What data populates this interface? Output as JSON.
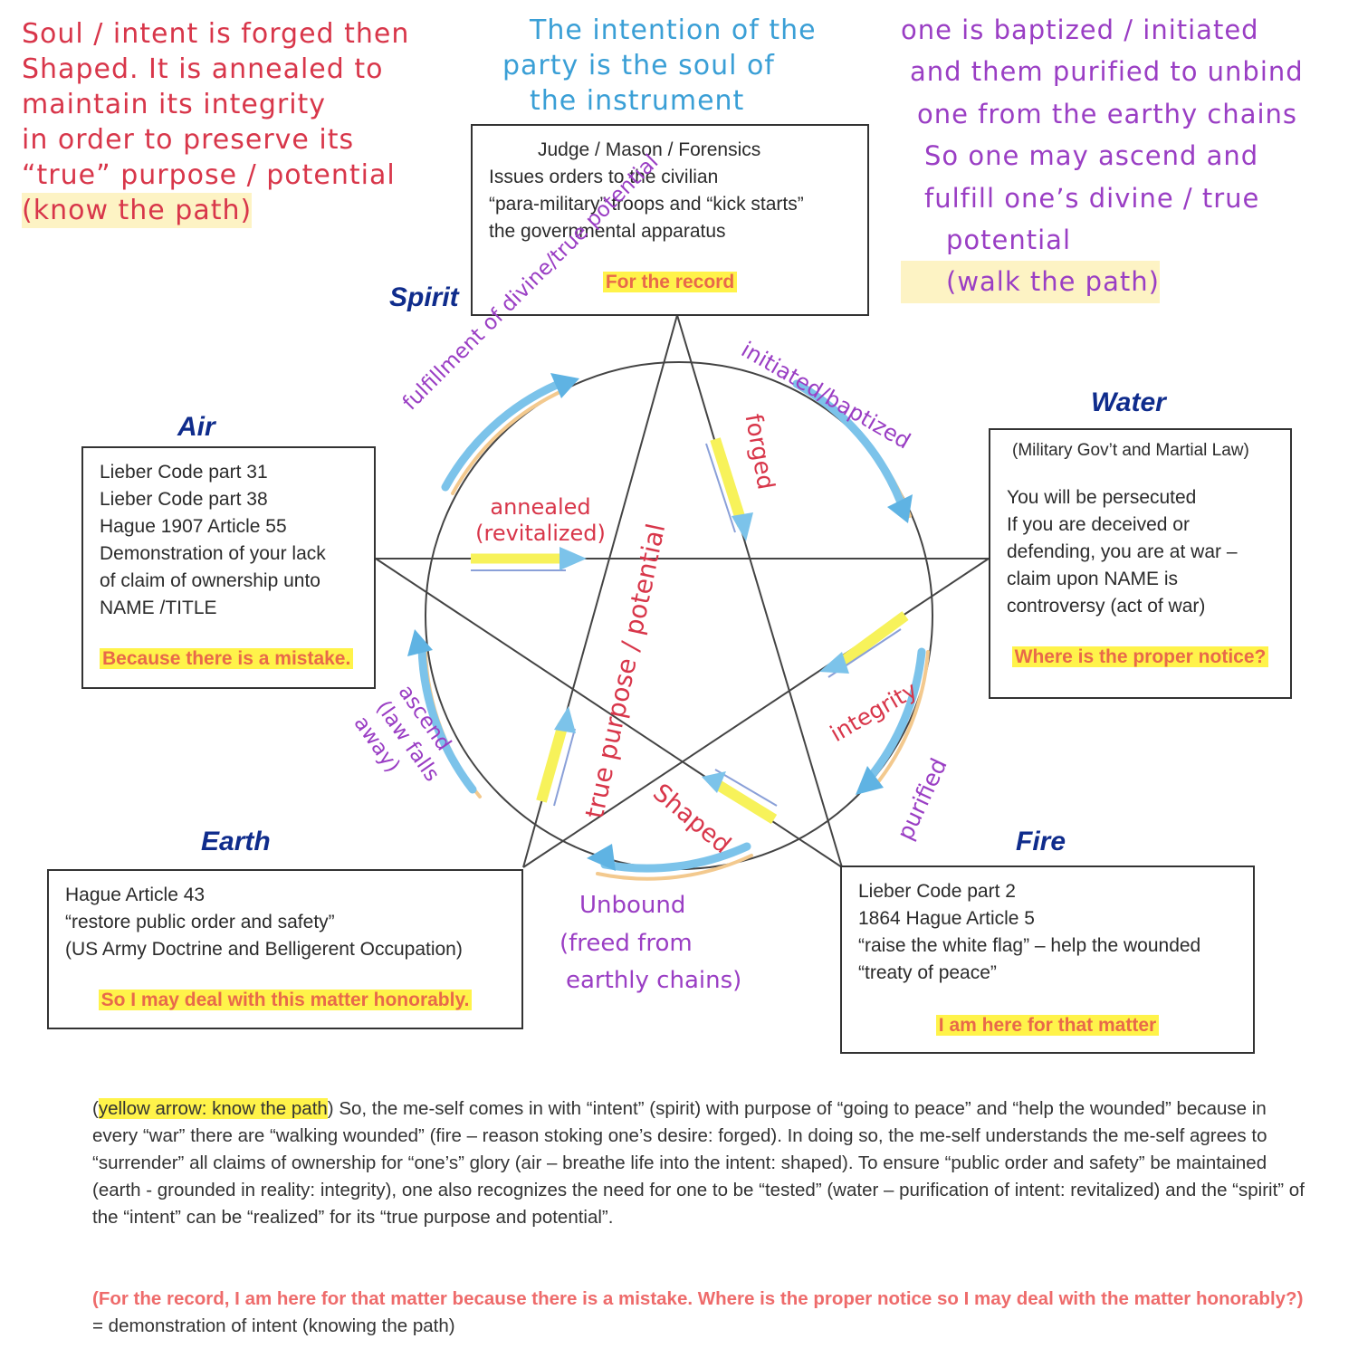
{
  "notes": {
    "top_left": [
      "Soul / intent is forged then",
      "Shaped. It is annealed to",
      "maintain its integrity",
      "in order to preserve its",
      "“true” purpose / potential",
      "(know the path)"
    ],
    "top_center": [
      "The intention of the",
      "party is the soul of",
      "the instrument"
    ],
    "top_right": [
      "one is baptized / initiated",
      "and them purified to unbind",
      "one from the earthy chains",
      "So one may ascend and",
      "fulfill one’s divine / true",
      "potential",
      "(walk the path)"
    ]
  },
  "elements": {
    "spirit": "Spirit",
    "air": "Air",
    "water": "Water",
    "earth": "Earth",
    "fire": "Fire"
  },
  "boxes": {
    "spirit": {
      "lines": [
        "Judge / Mason / Forensics",
        "Issues orders to the civilian",
        "“para-military” troops and “kick starts”",
        "the governmental apparatus"
      ],
      "highlight": "For the record"
    },
    "air": {
      "lines": [
        "Lieber Code part 31",
        "Lieber Code part 38",
        "Hague 1907 Article 55",
        "Demonstration of your lack",
        "of claim of ownership unto",
        "NAME /TITLE"
      ],
      "highlight": "Because there is a mistake."
    },
    "water": {
      "subtitle": "(Military Gov’t and Martial Law)",
      "lines": [
        "You will be persecuted",
        "If you are deceived or",
        "defending, you are at war –",
        "claim upon NAME is",
        "controversy (act of war)"
      ],
      "highlight": "Where is the proper notice?"
    },
    "earth": {
      "lines": [
        "Hague Article 43",
        "“restore public order and safety”",
        " (US Army Doctrine and Belligerent Occupation)"
      ],
      "highlight": "So I may deal with this matter honorably."
    },
    "fire": {
      "lines": [
        "Lieber Code part 2",
        "1864 Hague Article 5",
        "“raise the white flag” – help the wounded",
        "“treaty of peace”"
      ],
      "highlight": "I am here for that matter"
    }
  },
  "arc_labels": {
    "fulfillment": "fulfillment of divine/true potential",
    "initiated": "initiated/baptized",
    "forged": "forged",
    "annealed": "annealed (revitalized)",
    "true_purpose": "true purpose / potential",
    "integrity": "integrity",
    "purified": "purified",
    "shaped": "Shaped",
    "ascend": "ascend (law falls away)",
    "unbound_1": "Unbound",
    "unbound_2": "(freed from",
    "unbound_3": "earthly chains)"
  },
  "paragraph": {
    "lead_highlight": "yellow arrow: know the path",
    "body": ") So, the me-self comes in with “intent” (spirit) with purpose of “going to peace” and “help the wounded” because in every “war” there are “walking wounded” (fire – reason stoking one’s desire: forged). In doing so, the me-self understands the me-self agrees to “surrender” all claims of ownership for “one’s” glory (air – breathe life into the intent: shaped). To ensure “public order and safety” be maintained (earth - grounded in reality: integrity), one also recognizes the need for one to be “tested” (water – purification of intent: revitalized) and the “spirit” of the “intent” can be “realized” for its “true purpose and potential”.",
    "closing_pink": "(For the record, I am here for that matter because there is a mistake. Where is the proper notice so I may deal with the matter honorably?)",
    "closing_rest": " = demonstration of intent (knowing the path)"
  },
  "colors": {
    "red_ink": "#d8364a",
    "blue_ink": "#3a9fd6",
    "purple_ink": "#9a3ec4",
    "element_title": "#0f2c8c",
    "highlight_yellow": "#fff34a",
    "highlight_text": "#e8694a",
    "arrow_blue": "#7cc3ea",
    "arrow_yellow": "#f7f25a",
    "arrow_peach": "#f3c98e"
  }
}
